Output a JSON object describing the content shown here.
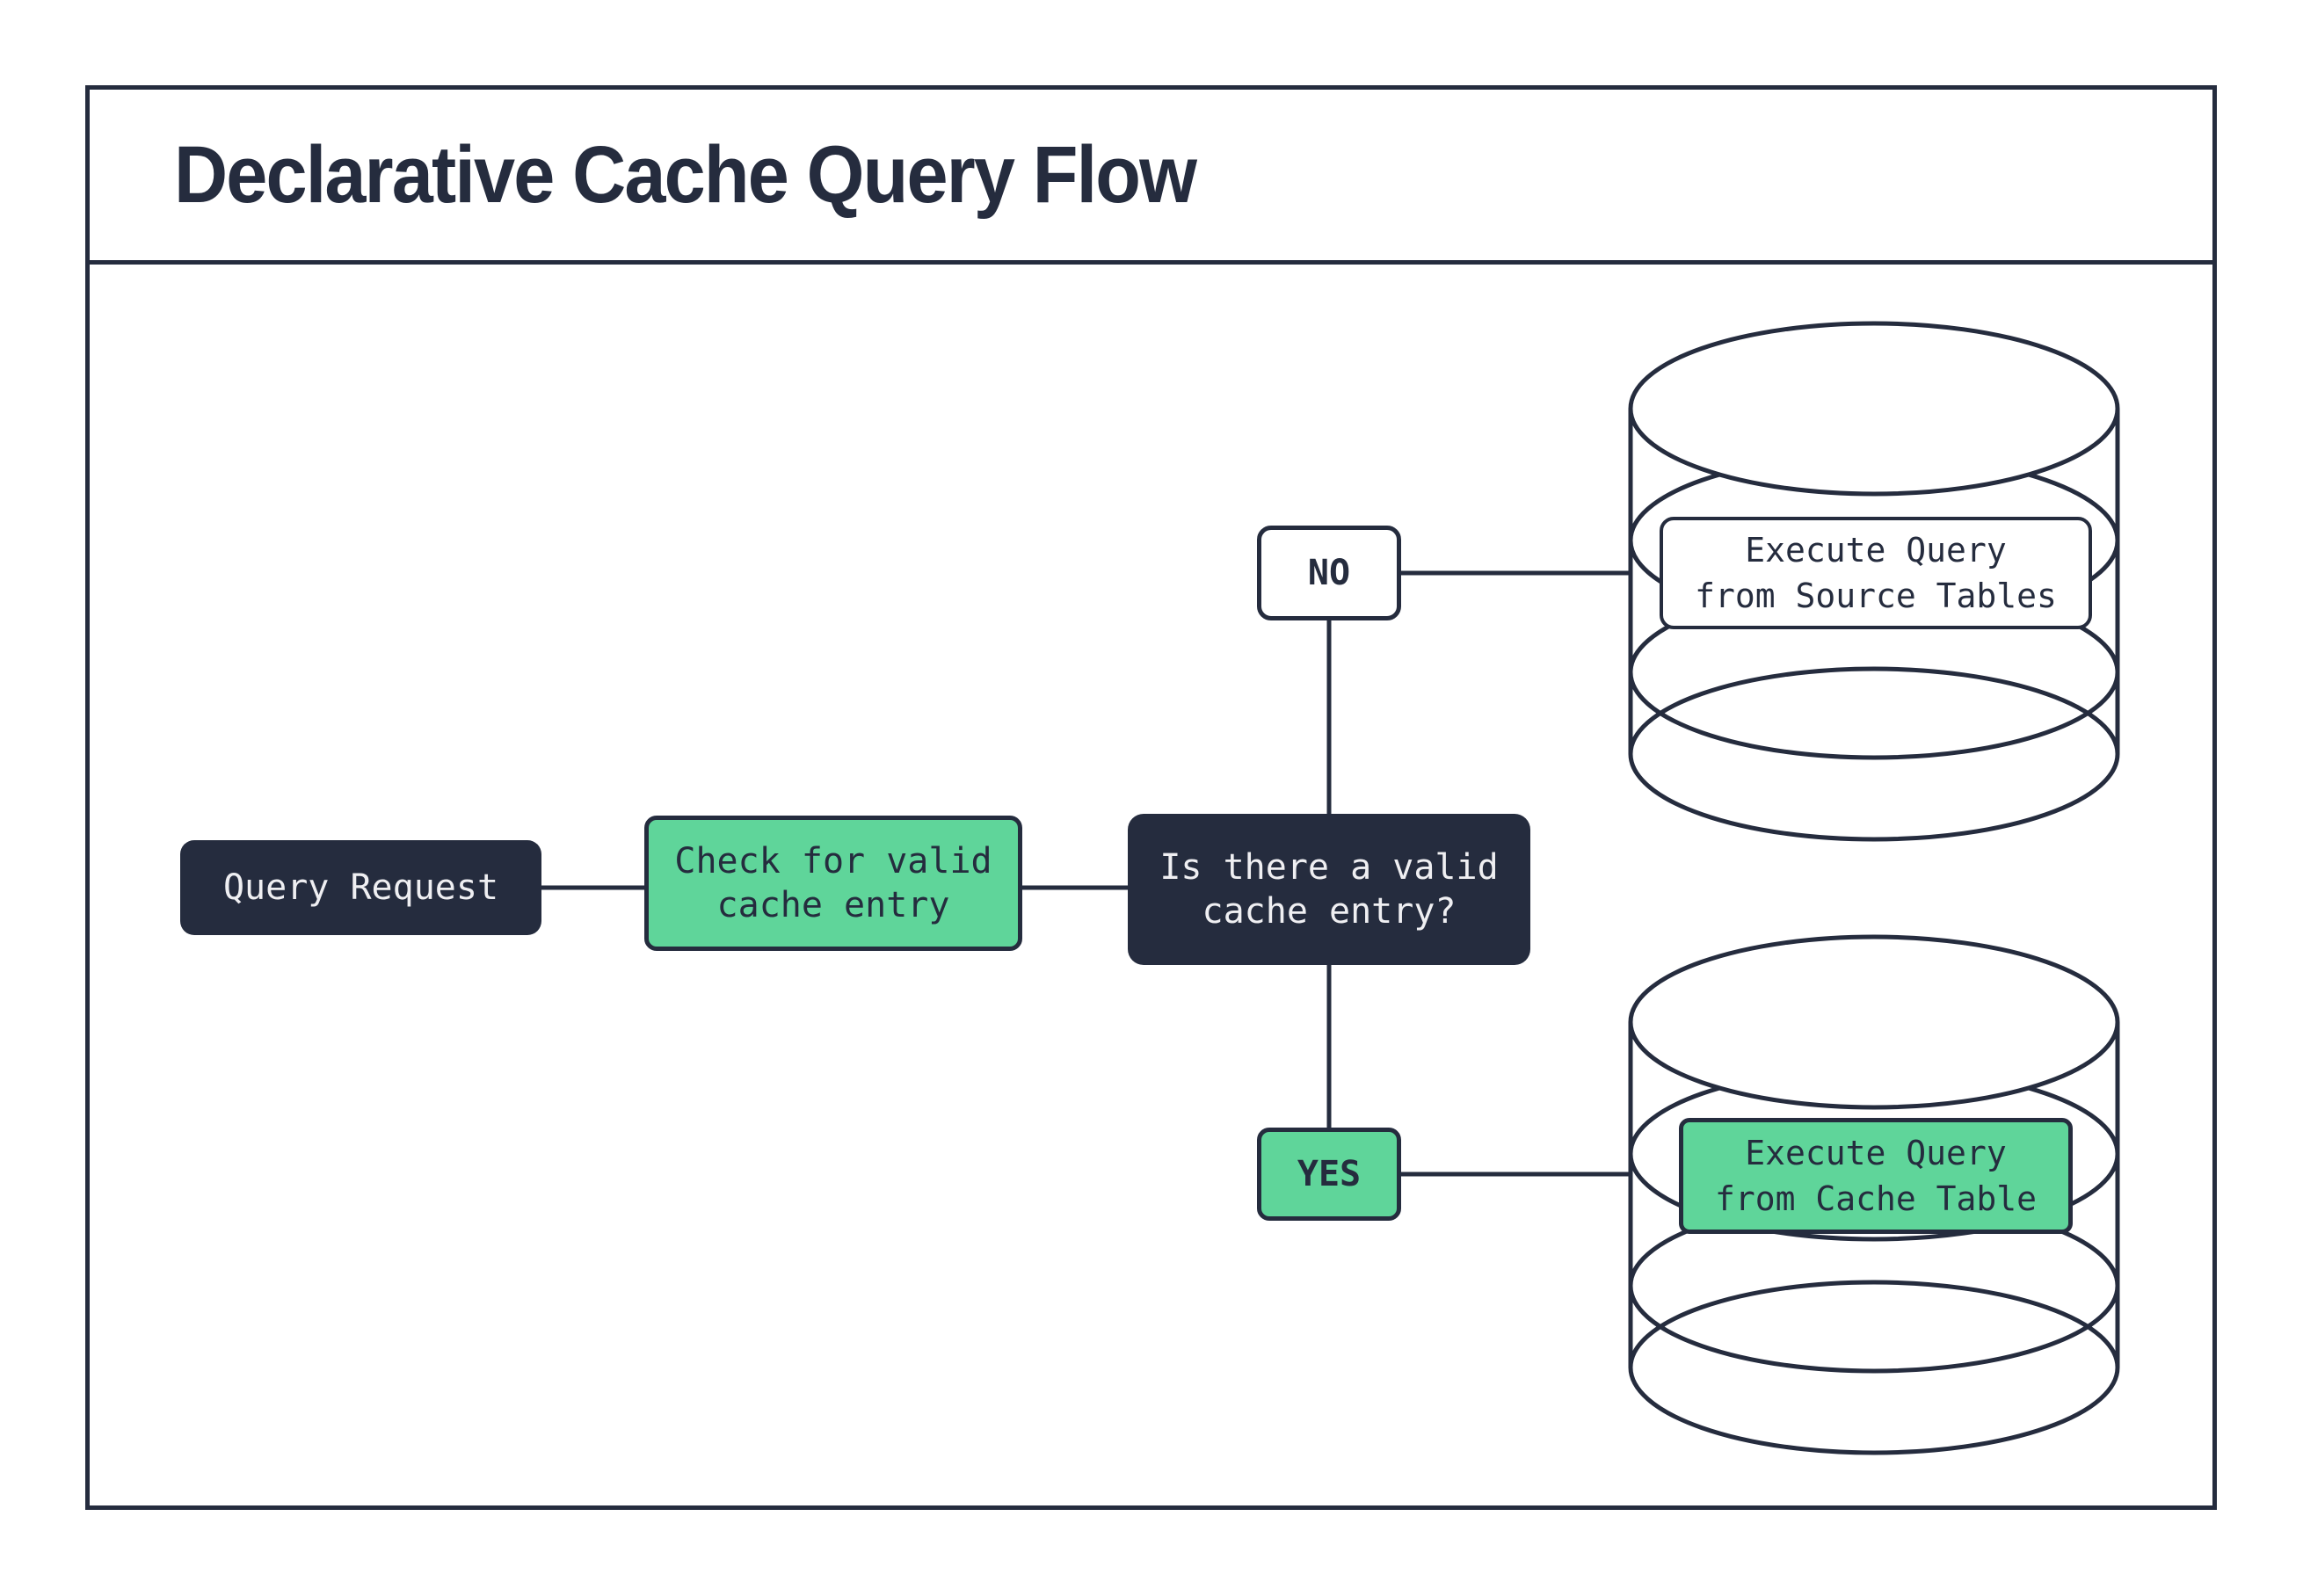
{
  "header": {
    "title": "Declarative Cache Query Flow"
  },
  "theme": {
    "navy": "#252C3E",
    "green": "#5FD59A",
    "paper": "#FFFFFF",
    "text_light": "#EFEFF2"
  },
  "flow": {
    "query_request": {
      "label": "Query Request"
    },
    "check_cache": {
      "line1": "Check for valid",
      "line2": "cache entry"
    },
    "decision": {
      "line1": "Is there a valid",
      "line2": "cache entry?"
    },
    "no_branch": {
      "label": "NO"
    },
    "yes_branch": {
      "label": "YES"
    },
    "source_db": {
      "line1": "Execute Query",
      "line2": "from Source Tables"
    },
    "cache_db": {
      "line1": "Execute Query",
      "line2": "from Cache Table"
    }
  }
}
